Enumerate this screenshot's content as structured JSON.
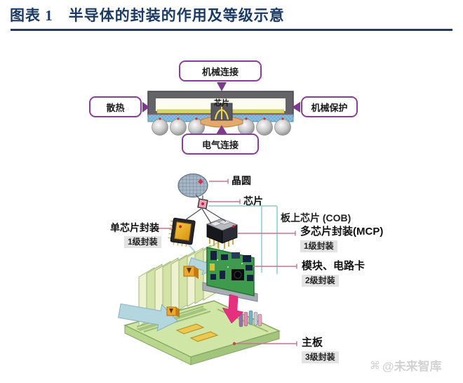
{
  "header": {
    "title": "图表 1　半导体的封装的作用及等级示意"
  },
  "top_diagram": {
    "boxes": {
      "top": "机械连接",
      "left": "散热",
      "right": "机械保护",
      "bottom": "电气连接"
    },
    "chip_label": "芯片"
  },
  "bottom_diagram": {
    "labels": {
      "wafer": "晶圆",
      "die": "芯片",
      "cob": "板上芯片 (COB)",
      "single_chip": "单芯片封装",
      "single_chip_level": "1级封装",
      "mcp": "多芯片封装(MCP)",
      "mcp_level": "1级封装",
      "module": "模块、电路卡",
      "module_level": "2级封装",
      "motherboard": "主板",
      "motherboard_level": "3级封装"
    }
  },
  "watermark": {
    "icon_glyph": "⌘",
    "text": "@未来智库"
  },
  "colors": {
    "navy": "#1b3a66",
    "purple": "#8a3e99",
    "arrowpurple": "#7d3a8d",
    "pink": "#c9748e",
    "cyan": "#a8d8da",
    "badgebg": "#e3e3e3",
    "badgetext": "#222222",
    "labeltext": "#111111",
    "watermark": "#d2d2d2"
  }
}
